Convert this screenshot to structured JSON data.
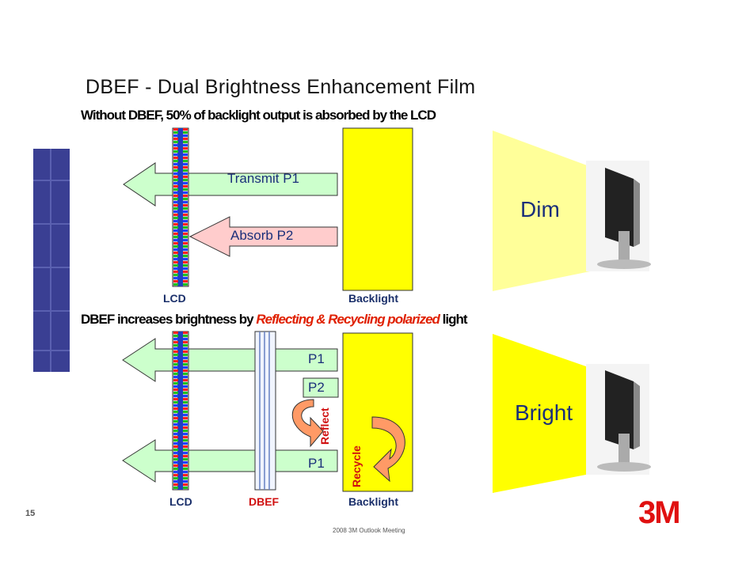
{
  "slide": {
    "title": "DBEF - Dual Brightness Enhancement Film",
    "top_section": {
      "heading": "Without DBEF,  50% of backlight output is absorbed by the LCD",
      "transmit_label": "Transmit P1",
      "absorb_label": "Absorb   P2",
      "lcd_label": "LCD",
      "backlight_label": "Backlight",
      "result_word": "Dim"
    },
    "bottom_section": {
      "heading_prefix": "DBEF increases brightness by ",
      "heading_accent": "Reflecting & Recycling polarized",
      "heading_suffix": " light",
      "p1_top_label": "P1",
      "p2_label": "P2",
      "p1_bottom_label": "P1",
      "reflect_label": "Reflect",
      "recycle_label": "Recycle",
      "lcd_label": "LCD",
      "dbef_label": "DBEF",
      "backlight_label": "Backlight",
      "result_word": "Bright"
    },
    "page_number": "15",
    "footer": "2008 3M Outlook Meeting",
    "logo": "3M"
  },
  "colors": {
    "arrow_fill": "#ccffcc",
    "backlight_yellow": "#ffff00",
    "dim_beam": "#ffff99",
    "bright_beam": "#ffff00",
    "side_panel": "#3a3f93",
    "logo_red": "#e01010"
  }
}
